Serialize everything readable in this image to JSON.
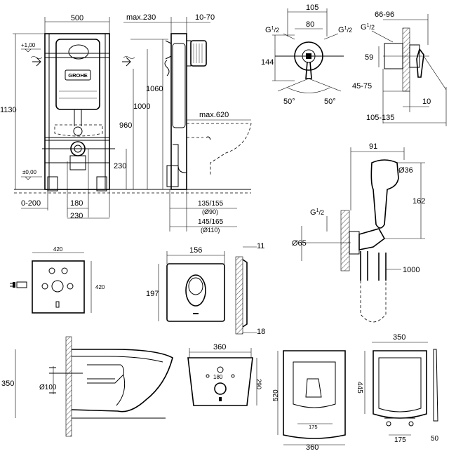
{
  "drawings": {
    "frame_front": {
      "width": "500",
      "label_max230": "max.230",
      "label_10_70": "10-70",
      "height_1130": "1130",
      "height_1060": "1060",
      "height_1000": "1000",
      "height_960": "960",
      "plus_100": "+1,00",
      "zero_00": "±0,00",
      "range_0_200": "0-200",
      "dim_180": "180",
      "dim_230_bottom": "230",
      "dim_230_side": "230",
      "max620": "max.620",
      "outlet_90": "135/155",
      "outlet_90_sub": "(Ø90)",
      "outlet_110": "145/165",
      "outlet_110_sub": "(Ø110)",
      "brand": "GROHE"
    },
    "mixer_front": {
      "dim_105": "105",
      "dim_80": "80",
      "thread_left": "G",
      "thread_left_sup": "1",
      "thread_left_sub": "/2",
      "thread_right": "G",
      "thread_right_sup": "1",
      "thread_right_sub": "/2",
      "height_144": "144",
      "angle_left": "50°",
      "angle_right": "50°"
    },
    "mixer_side": {
      "dim_66_96": "66-96",
      "thread": "G",
      "thread_sup": "1",
      "thread_sub": "/2",
      "dim_59": "59",
      "dim_45_75": "45-75",
      "dim_10": "10",
      "dim_105_135": "105-135"
    },
    "hand_shower": {
      "dim_91": "91",
      "dim_36": "Ø36",
      "dim_162": "162",
      "thread": "G",
      "thread_sup": "1",
      "thread_sub": "/2",
      "dim_65": "Ø65",
      "hose_1000": "1000"
    },
    "sound_pad": {
      "width": "420",
      "height": "420"
    },
    "flush_plate": {
      "width": "156",
      "height": "197",
      "depth": "11",
      "offset": "18"
    },
    "bowl_side": {
      "height": "350",
      "pipe": "Ø100"
    },
    "bowl_top": {
      "width": "360",
      "depth": "290",
      "bolt": "180"
    },
    "bowl_plan": {
      "length": "520",
      "bolts": "175",
      "width": "360"
    },
    "seat": {
      "width": "350",
      "length": "445",
      "bolts": "175",
      "thickness": "50"
    }
  }
}
